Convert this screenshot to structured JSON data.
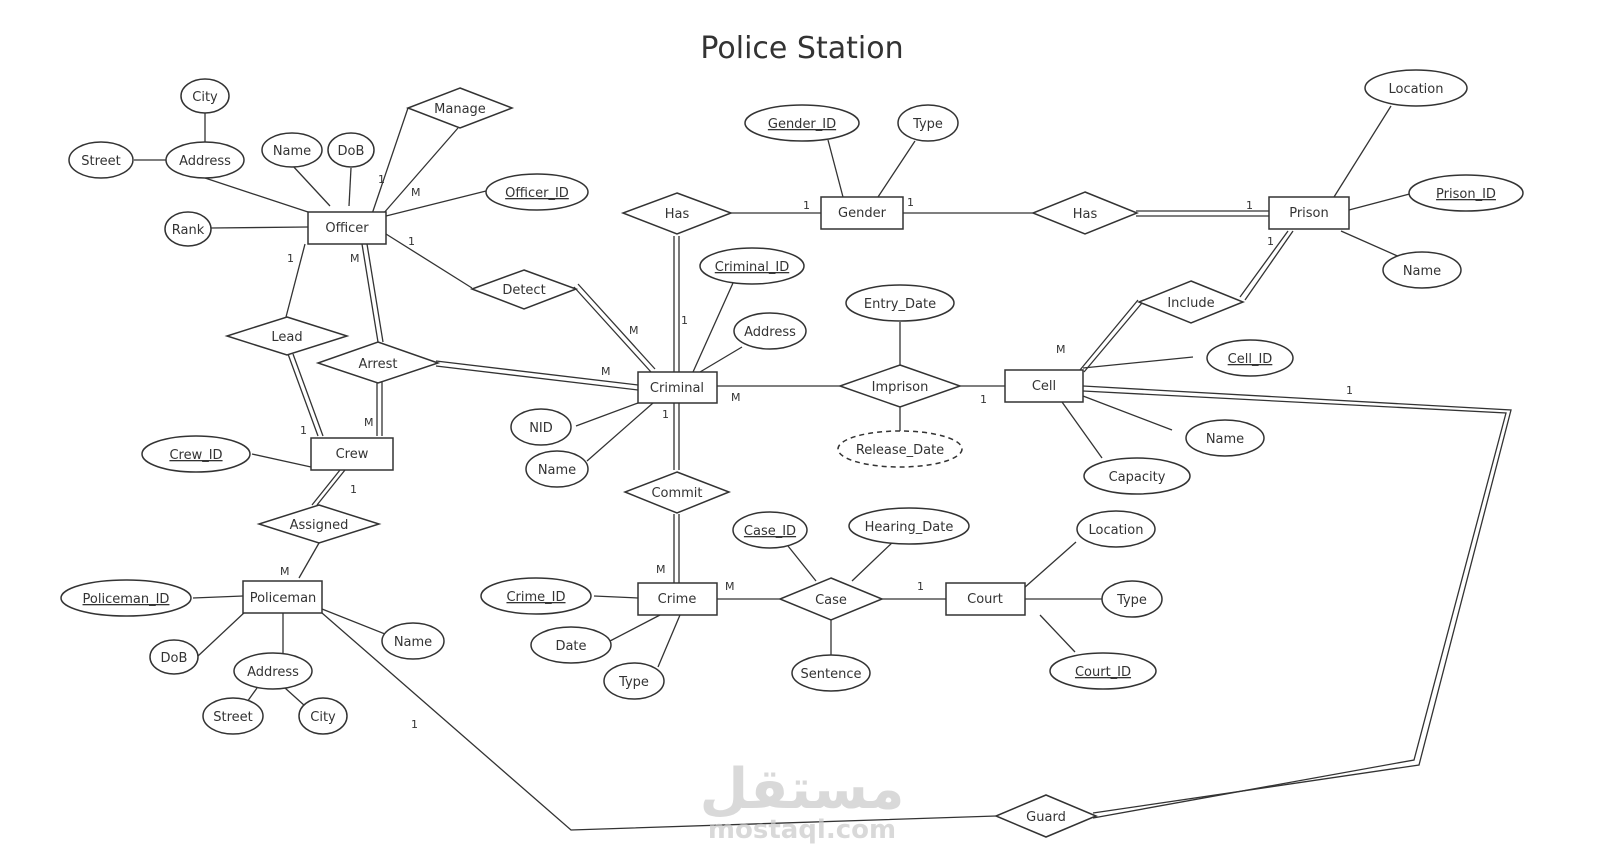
{
  "title": "Police Station",
  "watermark": {
    "logo": "مستقل",
    "text": "mostaql.com"
  },
  "entities": {
    "officer": "Officer",
    "crew": "Crew",
    "policeman": "Policeman",
    "criminal": "Criminal",
    "gender": "Gender",
    "prison": "Prison",
    "cell": "Cell",
    "crime": "Crime",
    "court": "Court"
  },
  "relationships": {
    "manage": "Manage",
    "lead": "Lead",
    "arrest": "Arrest",
    "detect": "Detect",
    "assigned": "Assigned",
    "has_gender": "Has",
    "has_prison": "Has",
    "include": "Include",
    "imprison": "Imprison",
    "commit": "Commit",
    "case": "Case",
    "guard": "Guard"
  },
  "attributes": {
    "officer_city": "City",
    "officer_address": "Address",
    "officer_street": "Street",
    "officer_name": "Name",
    "officer_dob": "DoB",
    "officer_id": "Officer_ID",
    "officer_rank": "Rank",
    "crew_id": "Crew_ID",
    "policeman_id": "Policeman_ID",
    "policeman_name": "Name",
    "policeman_dob": "DoB",
    "policeman_address": "Address",
    "policeman_street": "Street",
    "policeman_city": "City",
    "gender_id": "Gender_ID",
    "gender_type": "Type",
    "criminal_id": "Criminal_ID",
    "criminal_address": "Address",
    "criminal_nid": "NID",
    "criminal_name": "Name",
    "prison_location": "Location",
    "prison_id": "Prison_ID",
    "prison_name": "Name",
    "entry_date": "Entry_Date",
    "release_date": "Release_Date",
    "cell_id": "Cell_ID",
    "cell_name": "Name",
    "cell_capacity": "Capacity",
    "case_id": "Case_ID",
    "hearing_date": "Hearing_Date",
    "sentence": "Sentence",
    "court_location": "Location",
    "court_type": "Type",
    "court_id": "Court_ID",
    "crime_id": "Crime_ID",
    "crime_date": "Date",
    "crime_type": "Type"
  },
  "cardinalities": {
    "officer_manage_1": "1",
    "officer_manage_m": "M",
    "officer_lead": "1",
    "officer_arrest": "M",
    "officer_detect": "1",
    "lead_crew": "1",
    "arrest_crew": "M",
    "crew_assigned": "1",
    "assigned_policeman": "M",
    "detect_criminal": "M",
    "arrest_criminal": "M",
    "has_criminal": "1",
    "has_gender": "1",
    "gender_has": "1",
    "has_prison": "1",
    "prison_include": "1",
    "include_cell": "M",
    "criminal_imprison": "M",
    "imprison_cell": "1",
    "criminal_commit": "1",
    "commit_crime": "M",
    "crime_case": "M",
    "case_court": "1",
    "cell_guard": "1",
    "policeman_guard": "1"
  }
}
